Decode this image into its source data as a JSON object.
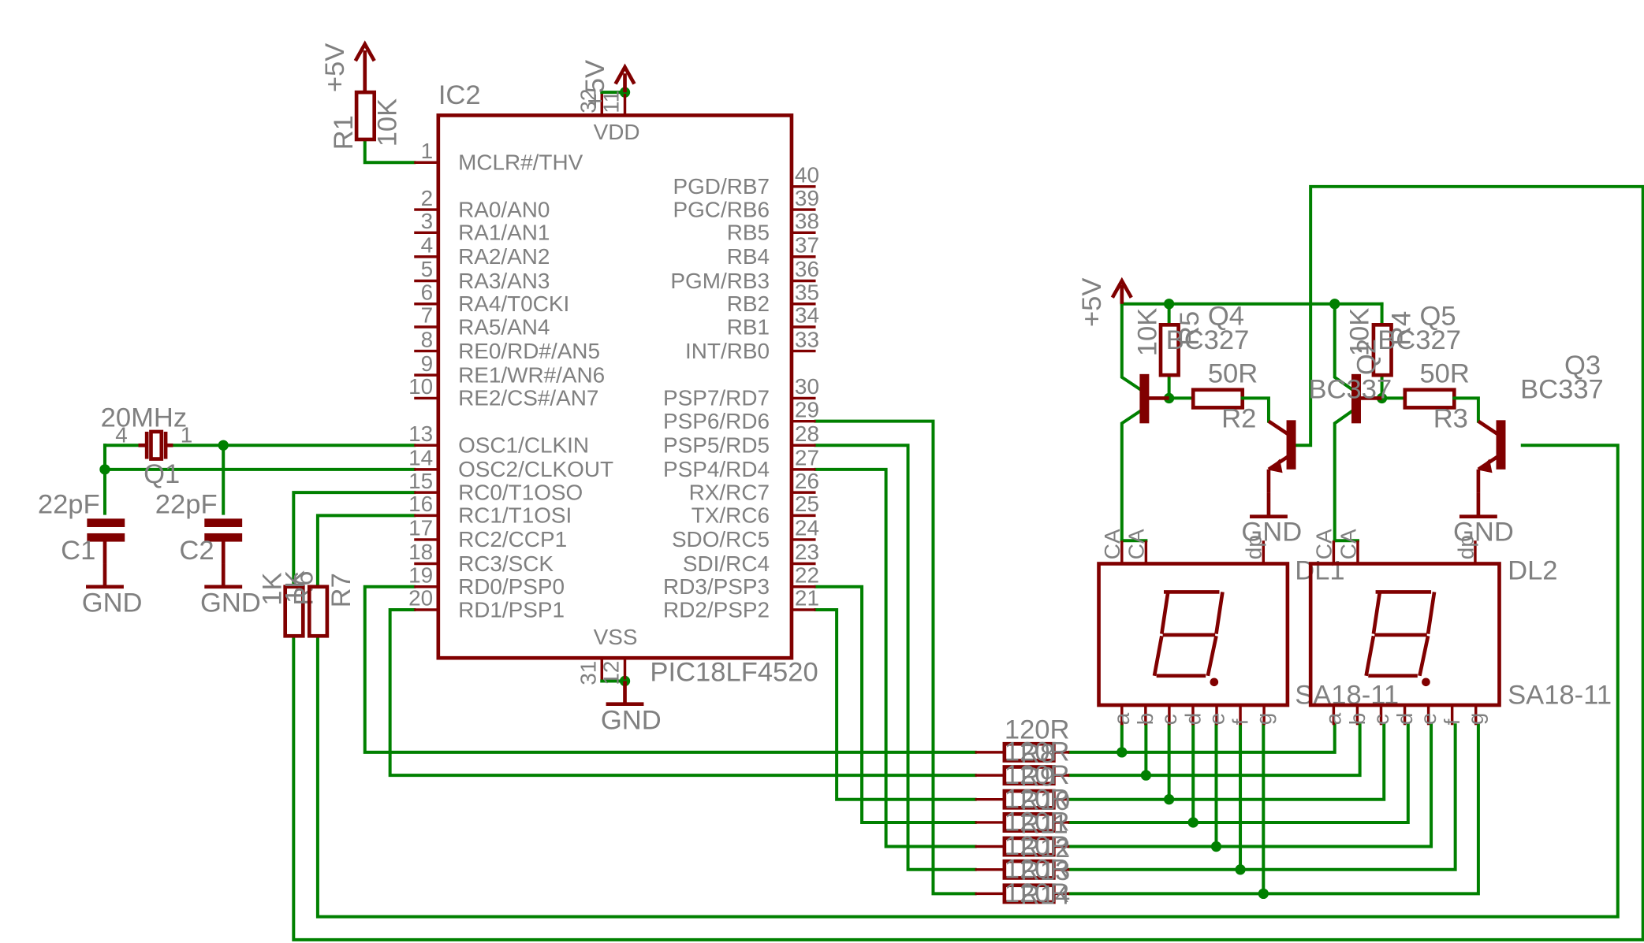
{
  "ic": {
    "ref": "IC2",
    "part": "PIC18LF4520",
    "vdd": "VDD",
    "vss": "VSS",
    "vdd_pins": [
      "32",
      "11"
    ],
    "vss_pins": [
      "31",
      "12"
    ],
    "left_pins": [
      {
        "num": "1",
        "name": "MCLR#/THV"
      },
      {
        "num": "2",
        "name": "RA0/AN0"
      },
      {
        "num": "3",
        "name": "RA1/AN1"
      },
      {
        "num": "4",
        "name": "RA2/AN2"
      },
      {
        "num": "5",
        "name": "RA3/AN3"
      },
      {
        "num": "6",
        "name": "RA4/T0CKI"
      },
      {
        "num": "7",
        "name": "RA5/AN4"
      },
      {
        "num": "8",
        "name": "RE0/RD#/AN5"
      },
      {
        "num": "9",
        "name": "RE1/WR#/AN6"
      },
      {
        "num": "10",
        "name": "RE2/CS#/AN7"
      },
      {
        "num": "13",
        "name": "OSC1/CLKIN"
      },
      {
        "num": "14",
        "name": "OSC2/CLKOUT"
      },
      {
        "num": "15",
        "name": "RC0/T1OSO"
      },
      {
        "num": "16",
        "name": "RC1/T1OSI"
      },
      {
        "num": "17",
        "name": "RC2/CCP1"
      },
      {
        "num": "18",
        "name": "RC3/SCK"
      },
      {
        "num": "19",
        "name": "RD0/PSP0"
      },
      {
        "num": "20",
        "name": "RD1/PSP1"
      }
    ],
    "right_pins": [
      {
        "num": "40",
        "name": "PGD/RB7"
      },
      {
        "num": "39",
        "name": "PGC/RB6"
      },
      {
        "num": "38",
        "name": "RB5"
      },
      {
        "num": "37",
        "name": "RB4"
      },
      {
        "num": "36",
        "name": "PGM/RB3"
      },
      {
        "num": "35",
        "name": "RB2"
      },
      {
        "num": "34",
        "name": "RB1"
      },
      {
        "num": "33",
        "name": "INT/RB0"
      },
      {
        "num": "30",
        "name": "PSP7/RD7"
      },
      {
        "num": "29",
        "name": "PSP6/RD6"
      },
      {
        "num": "28",
        "name": "PSP5/RD5"
      },
      {
        "num": "27",
        "name": "PSP4/RD4"
      },
      {
        "num": "26",
        "name": "RX/RC7"
      },
      {
        "num": "25",
        "name": "TX/RC6"
      },
      {
        "num": "24",
        "name": "SDO/RC5"
      },
      {
        "num": "23",
        "name": "SDI/RC4"
      },
      {
        "num": "22",
        "name": "RD3/PSP3"
      },
      {
        "num": "21",
        "name": "RD2/PSP2"
      }
    ]
  },
  "supply": {
    "plus5v": "+5V",
    "gnd": "GND"
  },
  "r1": {
    "ref": "R1",
    "value": "10K"
  },
  "crystal": {
    "ref": "Q1",
    "value": "20MHz",
    "pin_left": "4",
    "pin_right": "1"
  },
  "c1": {
    "ref": "C1",
    "value": "22pF"
  },
  "c2": {
    "ref": "C2",
    "value": "22pF"
  },
  "r6": {
    "ref": "R6",
    "value": "1K"
  },
  "r7": {
    "ref": "R7",
    "value": "1K"
  },
  "r5": {
    "ref": "R5",
    "value": "10K"
  },
  "r4": {
    "ref": "R4",
    "value": "10K"
  },
  "r2": {
    "ref": "R2",
    "value": "50R"
  },
  "r3": {
    "ref": "R3",
    "value": "50R"
  },
  "q4": {
    "ref": "Q4",
    "value": "BC327"
  },
  "q5": {
    "ref": "Q5",
    "value": "BC327"
  },
  "q2": {
    "ref": "Q2",
    "value": "BC337"
  },
  "q3": {
    "ref": "Q3",
    "value": "BC337"
  },
  "dl1": {
    "ref": "DL1",
    "part": "SA18-11",
    "pins_top": [
      "CA",
      "CA",
      "dp"
    ],
    "pins_bottom": [
      "a",
      "b",
      "c",
      "d",
      "e",
      "f",
      "g"
    ]
  },
  "dl2": {
    "ref": "DL2",
    "part": "SA18-11",
    "pins_top": [
      "CA",
      "CA",
      "dp"
    ],
    "pins_bottom": [
      "a",
      "b",
      "c",
      "d",
      "e",
      "f",
      "g"
    ]
  },
  "seg_resistors": {
    "value": "120R",
    "refs": [
      "R8",
      "R9",
      "R10",
      "R11",
      "R12",
      "R13",
      "R14"
    ],
    "values": [
      "120R",
      "120R",
      "120R",
      "120R",
      "120R",
      "120R",
      "120R"
    ]
  },
  "colors": {
    "wire": "#008000",
    "part": "#800000",
    "label": "#808080"
  }
}
